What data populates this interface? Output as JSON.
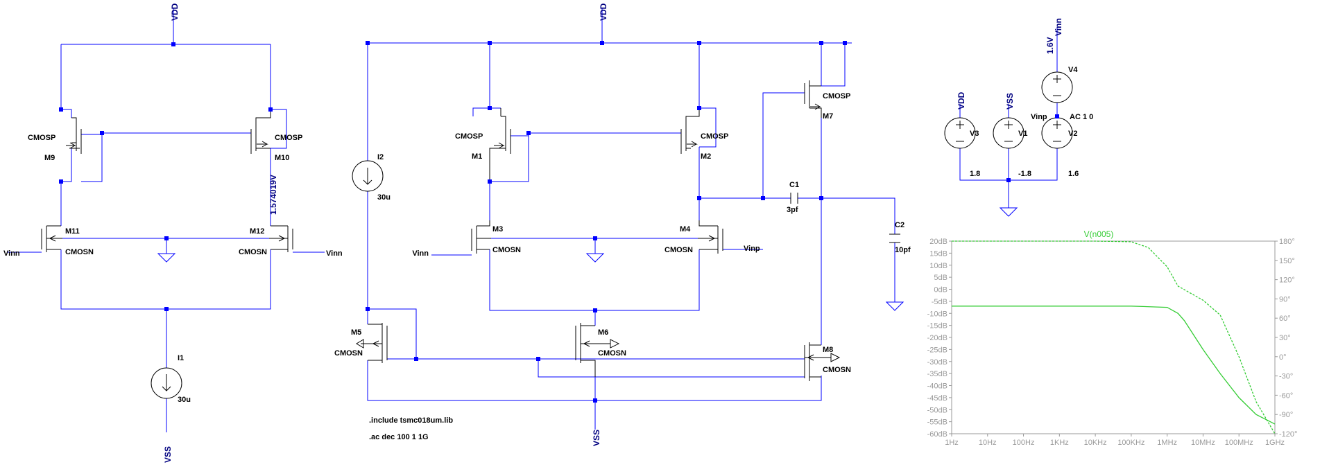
{
  "nets": {
    "vdd": "VDD",
    "vss": "VSS",
    "vinn": "Vinn",
    "vinp": "Vinp",
    "node_voltage": "1.574019V",
    "v4_node_voltage": "1.6V"
  },
  "devices": {
    "m9": {
      "name": "M9",
      "model": "CMOSP"
    },
    "m10": {
      "name": "M10",
      "model": "CMOSP"
    },
    "m11": {
      "name": "M11",
      "model": "CMOSN"
    },
    "m12": {
      "name": "M12",
      "model": "CMOSN"
    },
    "i1": {
      "name": "I1",
      "value": "30u"
    },
    "i2": {
      "name": "I2",
      "value": "30u"
    },
    "m1": {
      "name": "M1",
      "model": "CMOSP"
    },
    "m2": {
      "name": "M2",
      "model": "CMOSP"
    },
    "m3": {
      "name": "M3",
      "model": "CMOSN"
    },
    "m4": {
      "name": "M4",
      "model": "CMOSN"
    },
    "m5": {
      "name": "M5",
      "model": "CMOSN"
    },
    "m6": {
      "name": "M6",
      "model": "CMOSN"
    },
    "m7": {
      "name": "M7",
      "model": "CMOSP"
    },
    "m8": {
      "name": "M8",
      "model": "CMOSN"
    },
    "c1": {
      "name": "C1",
      "value": "3pf"
    },
    "c2": {
      "name": "C2",
      "value": "10pf"
    },
    "v1": {
      "name": "V1",
      "value": "-1.8"
    },
    "v2": {
      "name": "V2",
      "value": "1.6"
    },
    "v3": {
      "name": "V3",
      "value": "1.8"
    },
    "v4": {
      "name": "V4",
      "value": "AC 1 0"
    }
  },
  "directives": {
    "include": ".include tsmc018um.lib",
    "ac": ".ac dec 100 1 1G"
  },
  "plot": {
    "trace_name": "V(n005)",
    "trace_color": "#33cc33",
    "axis_color": "#999999",
    "x_ticks": [
      "1Hz",
      "10Hz",
      "100Hz",
      "1KHz",
      "10KHz",
      "100KHz",
      "1MHz",
      "10MHz",
      "100MHz",
      "1GHz"
    ],
    "y_left_ticks": [
      "20dB",
      "15dB",
      "10dB",
      "5dB",
      "0dB",
      "-5dB",
      "-10dB",
      "-15dB",
      "-20dB",
      "-25dB",
      "-30dB",
      "-35dB",
      "-40dB",
      "-45dB",
      "-50dB",
      "-55dB",
      "-60dB"
    ],
    "y_right_ticks": [
      "180°",
      "150°",
      "120°",
      "90°",
      "60°",
      "30°",
      "0°",
      "-30°",
      "-60°",
      "-90°",
      "-120°"
    ]
  },
  "chart_data": {
    "type": "line",
    "x_scale": "log",
    "xlim": [
      "1Hz",
      "1GHz"
    ],
    "ylim": [
      -60,
      20
    ],
    "y2lim": [
      -120,
      180
    ],
    "series": [
      {
        "name": "V(n005)",
        "axis": "magnitude_dB",
        "style": "solid",
        "x": [
          1,
          10,
          100,
          1000,
          10000,
          100000,
          1000000,
          2000000,
          3000000,
          10000000,
          30000000,
          100000000,
          300000000,
          1000000000
        ],
        "y": [
          -7,
          -7,
          -7,
          -7,
          -7,
          -7,
          -7.5,
          -10,
          -13,
          -25,
          -35,
          -45,
          -52,
          -56
        ]
      },
      {
        "name": "V(n005)",
        "axis": "phase_deg",
        "style": "dashed",
        "x": [
          1,
          10,
          100,
          1000,
          10000,
          100000,
          300000,
          1000000,
          2000000,
          10000000,
          30000000,
          100000000,
          300000000,
          1000000000
        ],
        "y": [
          180,
          180,
          180,
          180,
          180,
          179,
          170,
          140,
          110,
          88,
          65,
          0,
          -70,
          -120
        ]
      }
    ]
  }
}
